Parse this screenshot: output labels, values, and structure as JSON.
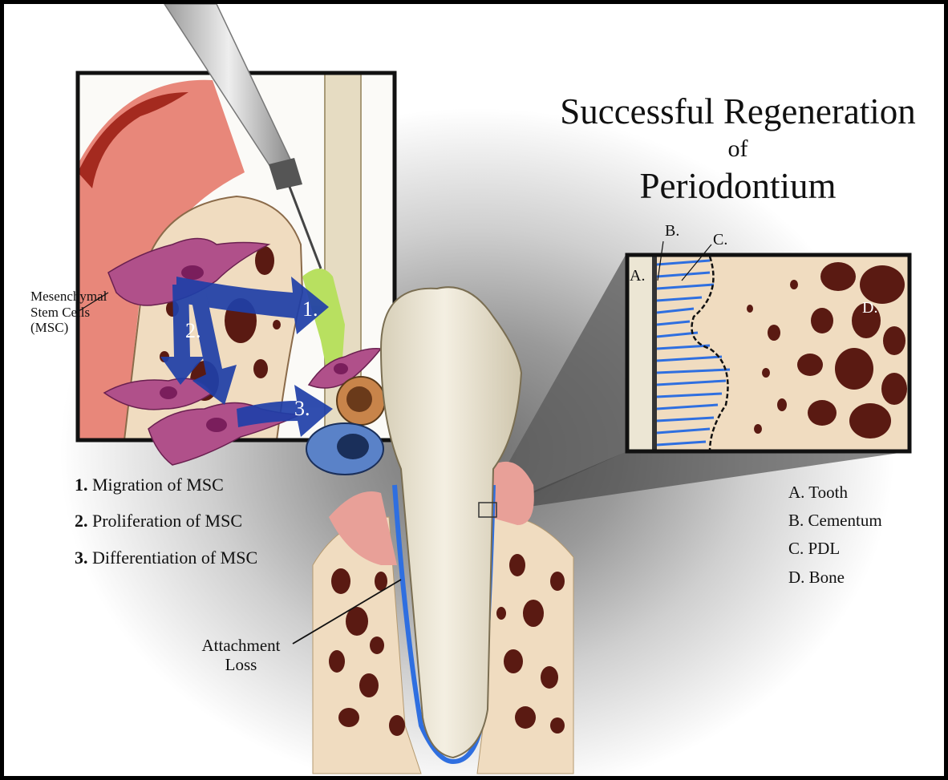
{
  "title": {
    "line1": "Successful Regeneration",
    "line2": "of",
    "line3": "Periodontium"
  },
  "inset_labels": {
    "a": "A.",
    "b": "B.",
    "c": "C.",
    "d": "D."
  },
  "arrow_labels": {
    "one": "1.",
    "two": "2.",
    "three": "3."
  },
  "msc_label": [
    "Mesenchymal",
    "Stem Cells",
    "(MSC)"
  ],
  "steps": [
    {
      "num": "1.",
      "text": "Migration of MSC"
    },
    {
      "num": "2.",
      "text": "Proliferation of MSC"
    },
    {
      "num": "3.",
      "text": "Differentiation of MSC"
    }
  ],
  "legend": [
    "A. Tooth",
    "B. Cementum",
    "C. PDL",
    "D. Bone"
  ],
  "attachment_loss": [
    "Attachment",
    "Loss"
  ],
  "colors": {
    "bone": "#f0dcc0",
    "marrow": "#5a1a12",
    "gingiva": "#e8877a",
    "tooth": "#ece6d4",
    "pdl": "#2f6fe0",
    "msc": "#b0508a",
    "arrow": "#1f3fa8",
    "graft": "#b8e060"
  }
}
